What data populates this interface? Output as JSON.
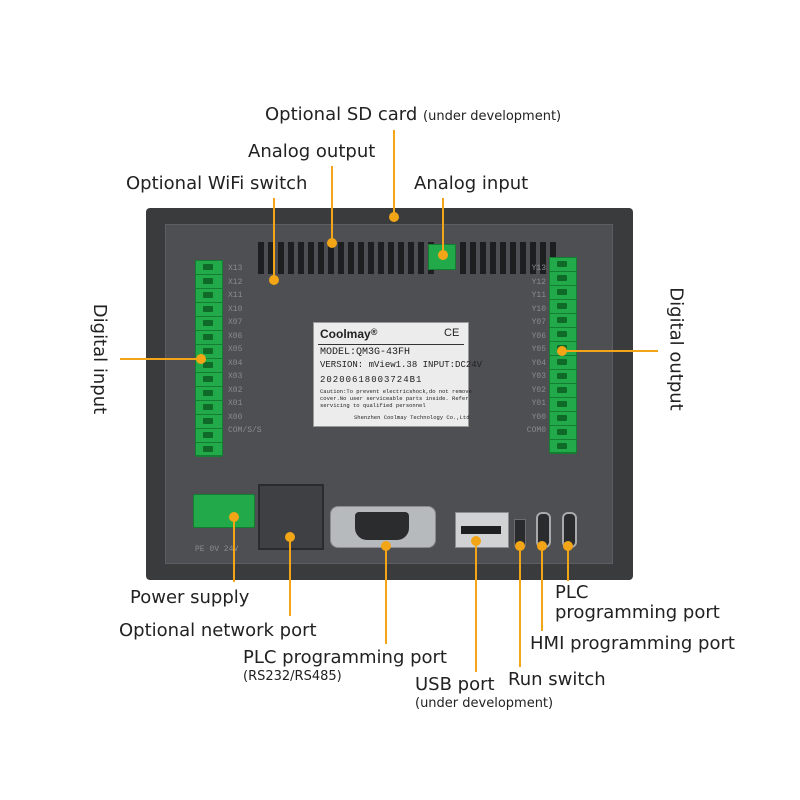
{
  "labels": {
    "sd_card": "Optional SD card",
    "sd_card_note": "(under development)",
    "analog_output": "Analog output",
    "wifi_switch": "Optional WiFi switch",
    "analog_input": "Analog input",
    "digital_input": "Digital input",
    "digital_output": "Digital output",
    "power_supply": "Power supply",
    "network_port": "Optional network port",
    "plc_port": "PLC programming port",
    "plc_port_note": "(RS232/RS485)",
    "usb_port": "USB port",
    "usb_port_note": "(under development)",
    "run_switch": "Run switch",
    "hmi_port": "HMI programming port",
    "plc_port_right_line1": "PLC",
    "plc_port_right_line2": "programming port"
  },
  "device": {
    "brand": "Coolmay",
    "brand_mark": "®",
    "ce_mark": "CE",
    "model": "MODEL:QM3G-43FH",
    "version_label": "VERSION:",
    "version_value": "mView1.38",
    "input": "INPUT:DC24V",
    "serial": "20200618003724B1",
    "caution_line1": "Caution:To prevent electricshock,do not remove",
    "caution_line2": "cover.No user serviceable parts inside. Refer",
    "caution_line3": "servicing to qualified personnel",
    "maker": "Shenzhen Coolmay Technology Co.,Ltd",
    "left_pins": [
      "X13",
      "X12",
      "X11",
      "X10",
      "X07",
      "X06",
      "X05",
      "X04",
      "X03",
      "X02",
      "X01",
      "X00",
      "COM/S/S"
    ],
    "right_pins": [
      "Y13",
      "Y12",
      "Y11",
      "Y10",
      "Y07",
      "Y06",
      "Y05",
      "Y04",
      "Y03",
      "Y02",
      "Y01",
      "Y00",
      "COM0"
    ],
    "power_label": "PE 0V 24V"
  },
  "colors": {
    "accent": "#f2a516",
    "terminal": "#22a94a",
    "housing": "#3a3b3d"
  }
}
